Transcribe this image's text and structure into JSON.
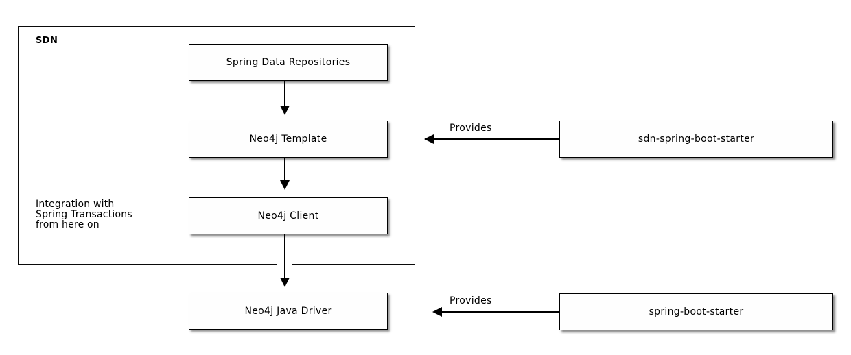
{
  "diagram": {
    "container": {
      "label": "SDN",
      "annotation": "Integration with\nSpring Transactions\nfrom here on"
    },
    "nodes": [
      {
        "id": "spring-data-repositories",
        "label": "Spring Data Repositories"
      },
      {
        "id": "neo4j-template",
        "label": "Neo4j Template"
      },
      {
        "id": "neo4j-client",
        "label": "Neo4j Client"
      },
      {
        "id": "neo4j-java-driver",
        "label": "Neo4j Java Driver"
      },
      {
        "id": "sdn-spring-boot-starter",
        "label": "sdn-spring-boot-starter"
      },
      {
        "id": "spring-boot-starter",
        "label": "spring-boot-starter"
      }
    ],
    "edges": [
      {
        "from": "spring-data-repositories",
        "to": "neo4j-template",
        "label": ""
      },
      {
        "from": "neo4j-template",
        "to": "neo4j-client",
        "label": ""
      },
      {
        "from": "neo4j-client",
        "to": "neo4j-java-driver",
        "label": ""
      },
      {
        "from": "sdn-spring-boot-starter",
        "to": "neo4j-template",
        "label": "Provides"
      },
      {
        "from": "spring-boot-starter",
        "to": "neo4j-java-driver",
        "label": "Provides"
      }
    ],
    "colors": {
      "background": "#ffffff",
      "node_fill": "#fefefe",
      "border": "#000000",
      "text": "#000000",
      "shadow": "rgba(0,0,0,0.45)"
    }
  }
}
